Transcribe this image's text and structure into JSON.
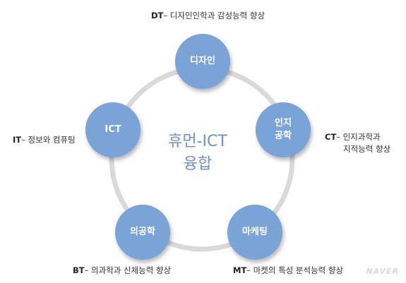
{
  "center_label": "휴먼-ICT\n융합",
  "nodes": {
    "design": "디자인",
    "cognitive": "인지\n공학",
    "marketing": "마케팅",
    "bio": "의공학",
    "ict": "ICT"
  },
  "captions": {
    "dt": {
      "code": "DT",
      "text": "– 디자인인학과 감성능력 향상"
    },
    "it": {
      "code": "IT",
      "text": "– 정보와 컴퓨팅"
    },
    "ct": {
      "code": "CT",
      "text": "– 인지과학과",
      "text2": "지적능력 향상"
    },
    "bt": {
      "code": "BT",
      "text": "– 의과학과 신체능력 향상"
    },
    "mt": {
      "code": "MT",
      "text": "– 마켓의 특성 분석능력 향상"
    }
  },
  "watermark": "NAVER",
  "colors": {
    "node_fill": "#7aa3d8",
    "ring": "#d9d9d9",
    "center_text": "#6d93c4"
  }
}
